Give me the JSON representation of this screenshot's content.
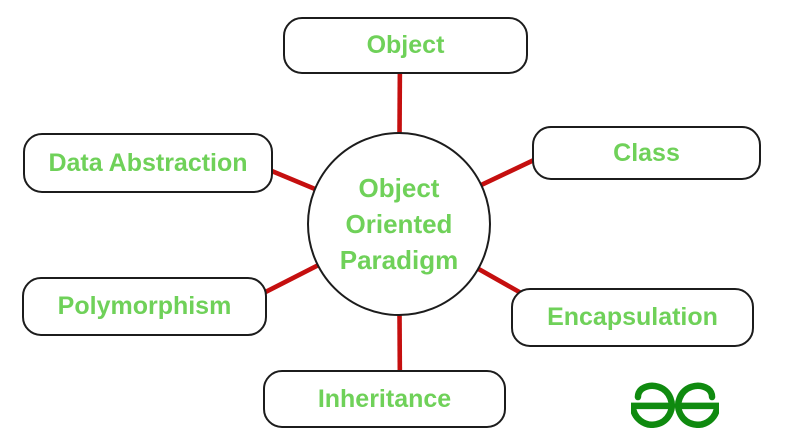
{
  "diagram": {
    "center": {
      "line1": "Object",
      "line2": "Oriented",
      "line3": "Paradigm"
    },
    "nodes": [
      {
        "id": "object",
        "label": "Object"
      },
      {
        "id": "class",
        "label": "Class"
      },
      {
        "id": "data-abstraction",
        "label": "Data Abstraction"
      },
      {
        "id": "polymorphism",
        "label": "Polymorphism"
      },
      {
        "id": "encapsulation",
        "label": "Encapsulation"
      },
      {
        "id": "inheritance",
        "label": "Inheritance"
      }
    ],
    "colors": {
      "label_green": "#6fd159",
      "connector_red": "#c50f0f",
      "outline_black": "#1c1c1c",
      "logo_green": "#0f8a0f",
      "background": "#ffffff"
    },
    "logo": {
      "name": "geeksforgeeks-logo"
    }
  }
}
